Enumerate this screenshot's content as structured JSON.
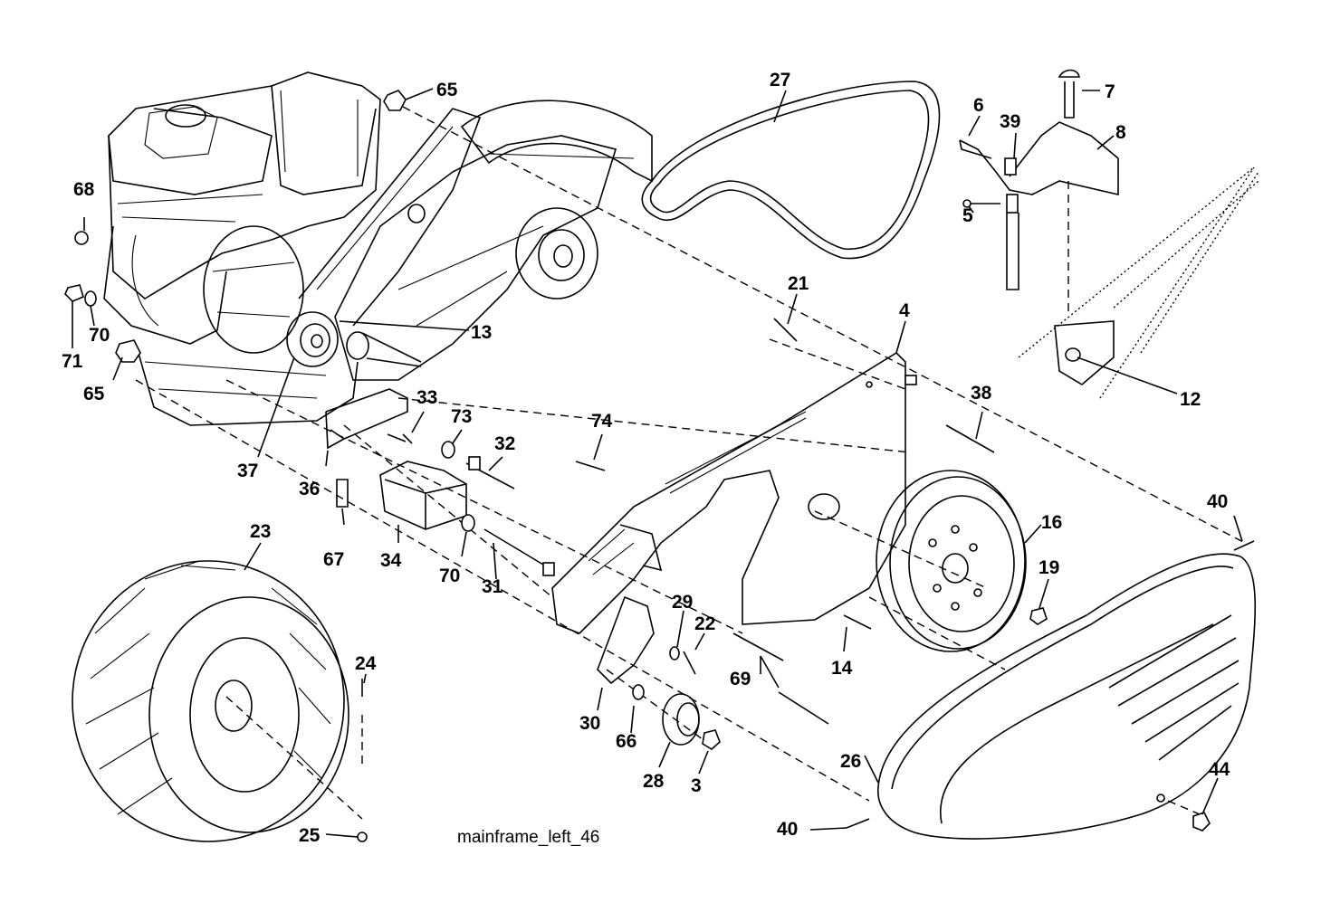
{
  "caption": "mainframe_left_46",
  "labels": {
    "p3": "3",
    "p4": "4",
    "p5": "5",
    "p6": "6",
    "p7": "7",
    "p8": "8",
    "p12": "12",
    "p13": "13",
    "p14": "14",
    "p16": "16",
    "p19": "19",
    "p21": "21",
    "p22": "22",
    "p23": "23",
    "p24": "24",
    "p25": "25",
    "p26": "26",
    "p27": "27",
    "p28": "28",
    "p29": "29",
    "p30": "30",
    "p31": "31",
    "p32": "32",
    "p33": "33",
    "p34": "34",
    "p36": "36",
    "p37": "37",
    "p38": "38",
    "p39": "39",
    "p40a": "40",
    "p40b": "40",
    "p44": "44",
    "p65a": "65",
    "p65b": "65",
    "p66": "66",
    "p67": "67",
    "p68": "68",
    "p69": "69",
    "p70a": "70",
    "p70b": "70",
    "p71": "71",
    "p73": "73",
    "p74": "74"
  }
}
